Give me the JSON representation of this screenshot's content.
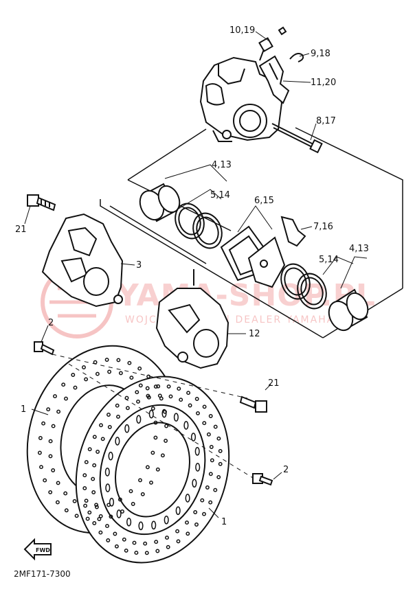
{
  "diagram": {
    "callouts": {
      "c_10_19": "10,19",
      "c_9_18": "9,18",
      "c_11_20": "11,20",
      "c_8_17": "8,17",
      "c_4_13_top": "4,13",
      "c_5_14_top": "5,14",
      "c_6_15": "6,15",
      "c_7_16": "7,16",
      "c_4_13_right": "4,13",
      "c_5_14_right": "5,14",
      "c_21_top": "21",
      "c_3": "3",
      "c_2_left": "2",
      "c_12": "12",
      "c_21_bottom": "21",
      "c_1_left": "1",
      "c_2_right": "2",
      "c_1_bottom": "1"
    },
    "fwd_arrow": "FWD",
    "diagram_code": "2MF171-7300"
  },
  "watermark": {
    "brand": "YAMA-SHOP.PL",
    "tagline": "WOJCIECH KURZ | DEALER YAMAHA",
    "color": "#e85a5a"
  }
}
